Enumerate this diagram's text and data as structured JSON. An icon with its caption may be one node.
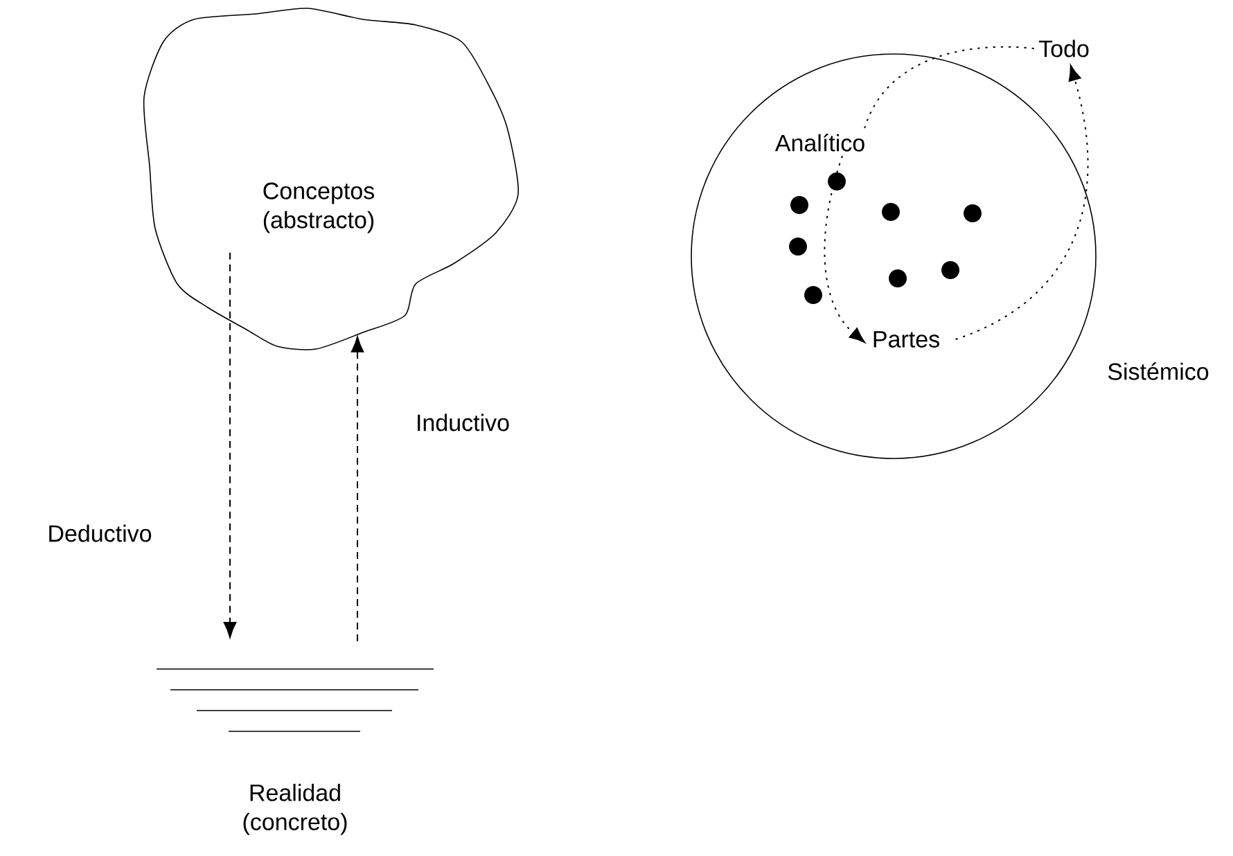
{
  "diagram": {
    "nodes": [
      {
        "text": [
          "Conceptos (abstracto)"
        ]
      },
      {
        "text": [
          "Realidad (concreto)"
        ]
      },
      {
        "text": [],
        "shape": "circle",
        "beside": [
          "Sistémico"
        ]
      },
      {
        "text": [
          "Analítico"
        ],
        "in": 2
      },
      {
        "text": [
          "Partes"
        ],
        "in": 2
      },
      {
        "text": [
          "Todo"
        ]
      }
    ],
    "edges": [
      {
        "from": 0,
        "to": 1,
        "arrow": "to",
        "style": "dashed",
        "label": "Deductivo"
      },
      {
        "from": 1,
        "to": 0,
        "arrow": "to",
        "style": "dashed",
        "label": "Inductivo"
      },
      {
        "from": 3,
        "to": 4,
        "arrow": "to",
        "style": "dashed"
      },
      {
        "from": 4,
        "to": 5,
        "arrow": "to",
        "style": "dashed"
      },
      {
        "from": 5,
        "to": 3,
        "arrow": "none",
        "style": "dashed"
      }
    ]
  }
}
